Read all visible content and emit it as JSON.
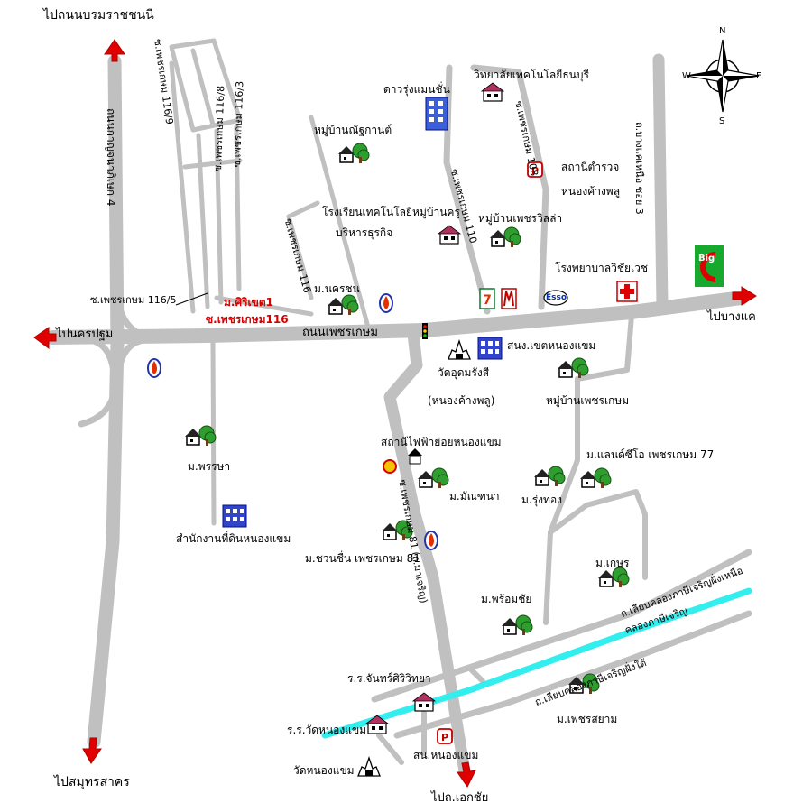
{
  "labels": {
    "to_borommaratchachonnani": "ไปถนนบรมราชชนนี",
    "to_nakhon_pathom": "ไปนครปฐม",
    "to_samut_sakhon": "ไปสมุทรสาคร",
    "to_bang_khae": "ไปบางแค",
    "to_ekkachai": "ไปถ.เอกชัย",
    "phetkasem_road": "ถนนเพชรเกษม",
    "kanchanaphisek": "ถนนกาญจนาภิเษก 4",
    "soi_116_5": "ซ.เพชรเกษม 116/5",
    "mb_siri_khet": "ม.ศิริเขต1",
    "soi_116_red": "ซ.เพชรเกษม116",
    "dao_rung_mansion": "ดาวรุ่งแมนชั่น",
    "tech_college": "วิทยาลัยเทคโนโลยีธนบุรี",
    "mb_nattakan": "หมู่บ้านณัฐกานต์",
    "police_station": "สถานีตำรวจ",
    "nong_khang_phlu": "หนองค้างพลู",
    "tech_school": "โรงเรียนเทคโนโลยีหมู่บ้านครู",
    "business_admin": "บริหารธุรกิจ",
    "mb_phet_villa": "หมู่บ้านเพชรวิลล่า",
    "hospital": "โรงพยาบาลวิชัยเวช",
    "mb_nakhon_chon": "ม.นครชน",
    "district_office": "สนง.เขตหนองแขม",
    "wat_udom": "วัดอุดมรังสี",
    "wat_udom_sub": "(หนองค้างพลู)",
    "mb_phetkasem": "หมู่บ้านเพชรเกษม",
    "electric_substation": "สถานีไฟฟ้าย่อยหนองแขม",
    "mb_phonrak": "ม.พรรษา",
    "land_office": "สำนักงานที่ดินหนองแขม",
    "mb_land_and_house": "ม.แลนด์ซีโอ เพชรเกษม 77",
    "mb_manchana": "ม.มัณฑนา",
    "mb_rung_thong": "ม.รุ่งทอง",
    "mb_chuan_chuen": "ม.ชวนชื่น เพชรเกษม 81",
    "mb_kaset": "ม.เกษร",
    "mb_phrom_chai": "ม.พร้อมชัย",
    "canal": "คลองภาษีเจริญ",
    "canal_north_road": "ถ.เลียบคลองภาษีเจริญฝั่งเหนือ",
    "canal_south_road": "ถ.เลียบคลองภาษีเจริญฝั่งใต้",
    "school_chan": "ร.ร.จันทร์ศิริวิทยา",
    "school_wat": "ร.ร.วัดหนองแขม",
    "mb_phet_siam": "ม.เพชรสยาม",
    "nong_khaem_police": "สน.หนองแขม",
    "wat_nong_khaem": "วัดหนองแขม",
    "soi_116_9": "ซ.เพชรเกษม 116/9",
    "soi_116_8": "ซ.เพชรเกษม 116/8",
    "soi_116_3": "ซ.เพชรเกษม 116/3",
    "soi_116": "ซ.เพชรเกษม 116",
    "soi_110": "ซ.เพชรเกษม 110",
    "soi_108": "ซ.เพชรเกษม 108",
    "soi_81": "ซ.เพชรเกษม 81 (ถ.มาเจริญ)",
    "bang_khae_3": "ถ.บางแคเหนือ ซอย 3"
  },
  "compass": {
    "n": "N",
    "s": "S",
    "e": "E",
    "w": "W"
  },
  "logos": {
    "big_c": "Big",
    "esso": "Esso"
  },
  "colors": {
    "road": "#c0c0c0",
    "canal": "#33eeee",
    "arrow": "#e00000",
    "tree": "#2e9e2e"
  },
  "icons": [
    "tree-house-icon",
    "temple-icon",
    "gas-station-icon",
    "hospital-icon",
    "police-icon",
    "school-icon",
    "office-icon",
    "traffic-light-icon"
  ]
}
